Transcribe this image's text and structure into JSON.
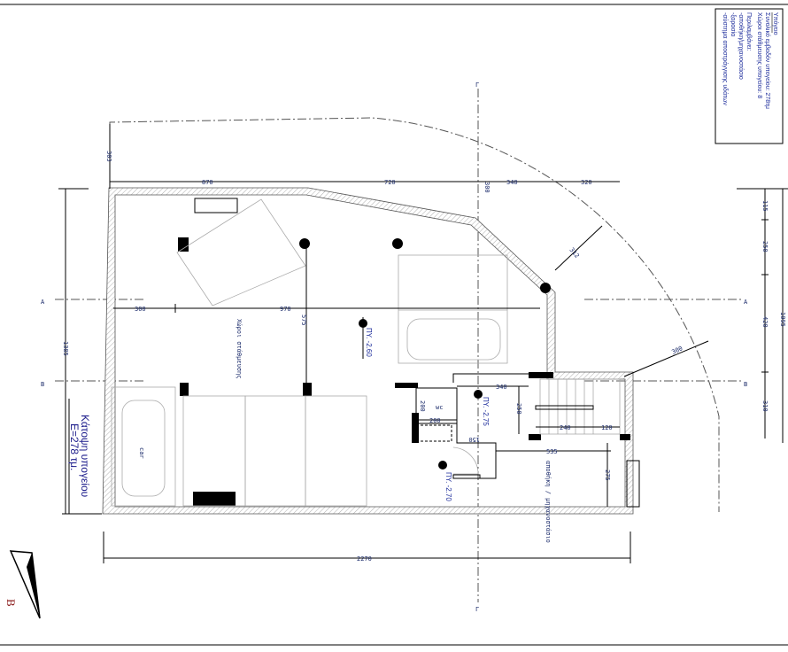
{
  "legend": {
    "title": "Υπόγειο",
    "area": "Συνολικό εμβαδόν υπογείου:  278τμ",
    "parking": "Χώροι στάθμευσης υπογείου:  8",
    "includes": "Περιλαμβάνει:",
    "item1": "-αποθήκη/μηχανοστάσιο",
    "item2": "-ξαρασία",
    "item3": "-σύστημα αποστράγγισης υδάτων"
  },
  "plan_title": {
    "name": "Κάτοψη υπογείου",
    "area": "Ε=278 τμ."
  },
  "levels": {
    "main": "ΠΥ. -2.60",
    "stair": "ΠΥ. -2.75",
    "entry": "ΠΥ. -2.70"
  },
  "section_marks": {
    "a": "A",
    "b": "B",
    "g": "Γ"
  },
  "compass_letter": "B",
  "dimensions": {
    "top_offset": "303",
    "top": [
      "870",
      "720",
      "340",
      "320"
    ],
    "top_small": "300",
    "diag": "312",
    "arc": "300",
    "left_total": "1385",
    "interior_left": "300",
    "interior_main": "970",
    "interior_vertical": "575",
    "right": [
      "115",
      "250",
      "420",
      "310"
    ],
    "right_total": "1095",
    "bottom_total": "2270",
    "core": [
      "340",
      "250",
      "200",
      "200",
      "150",
      "240",
      "120",
      "535",
      "275"
    ]
  },
  "labels": {
    "parking_area": "Χώροι στάθμευσης",
    "storage": "αποθήκη / μηχανοστάσιο",
    "car": "car",
    "wc": "wc"
  },
  "colors": {
    "line": "#000000",
    "text": "#1a2a9a"
  }
}
